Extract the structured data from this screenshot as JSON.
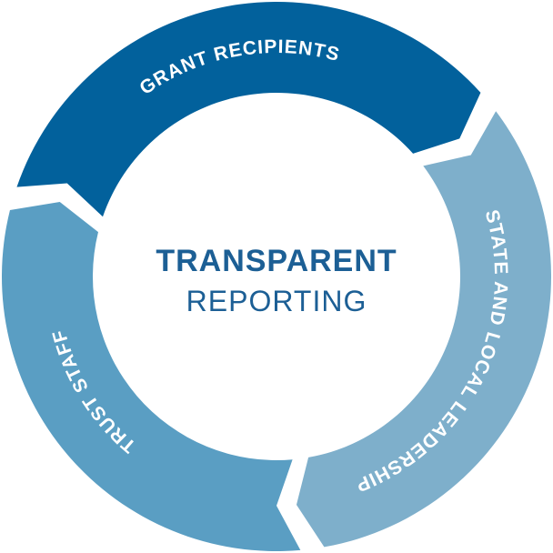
{
  "diagram": {
    "center": {
      "title": "TRANSPARENT",
      "subtitle": "REPORTING"
    },
    "segments": [
      {
        "label": "GRANT RECIPIENTS",
        "color": "#02619c"
      },
      {
        "label": "STATE AND LOCAL LEADERSHIP",
        "color": "#7eafcb"
      },
      {
        "label": "TRUST STAFF",
        "color": "#5a9ec3"
      }
    ],
    "text_color": "#1c5f95"
  }
}
